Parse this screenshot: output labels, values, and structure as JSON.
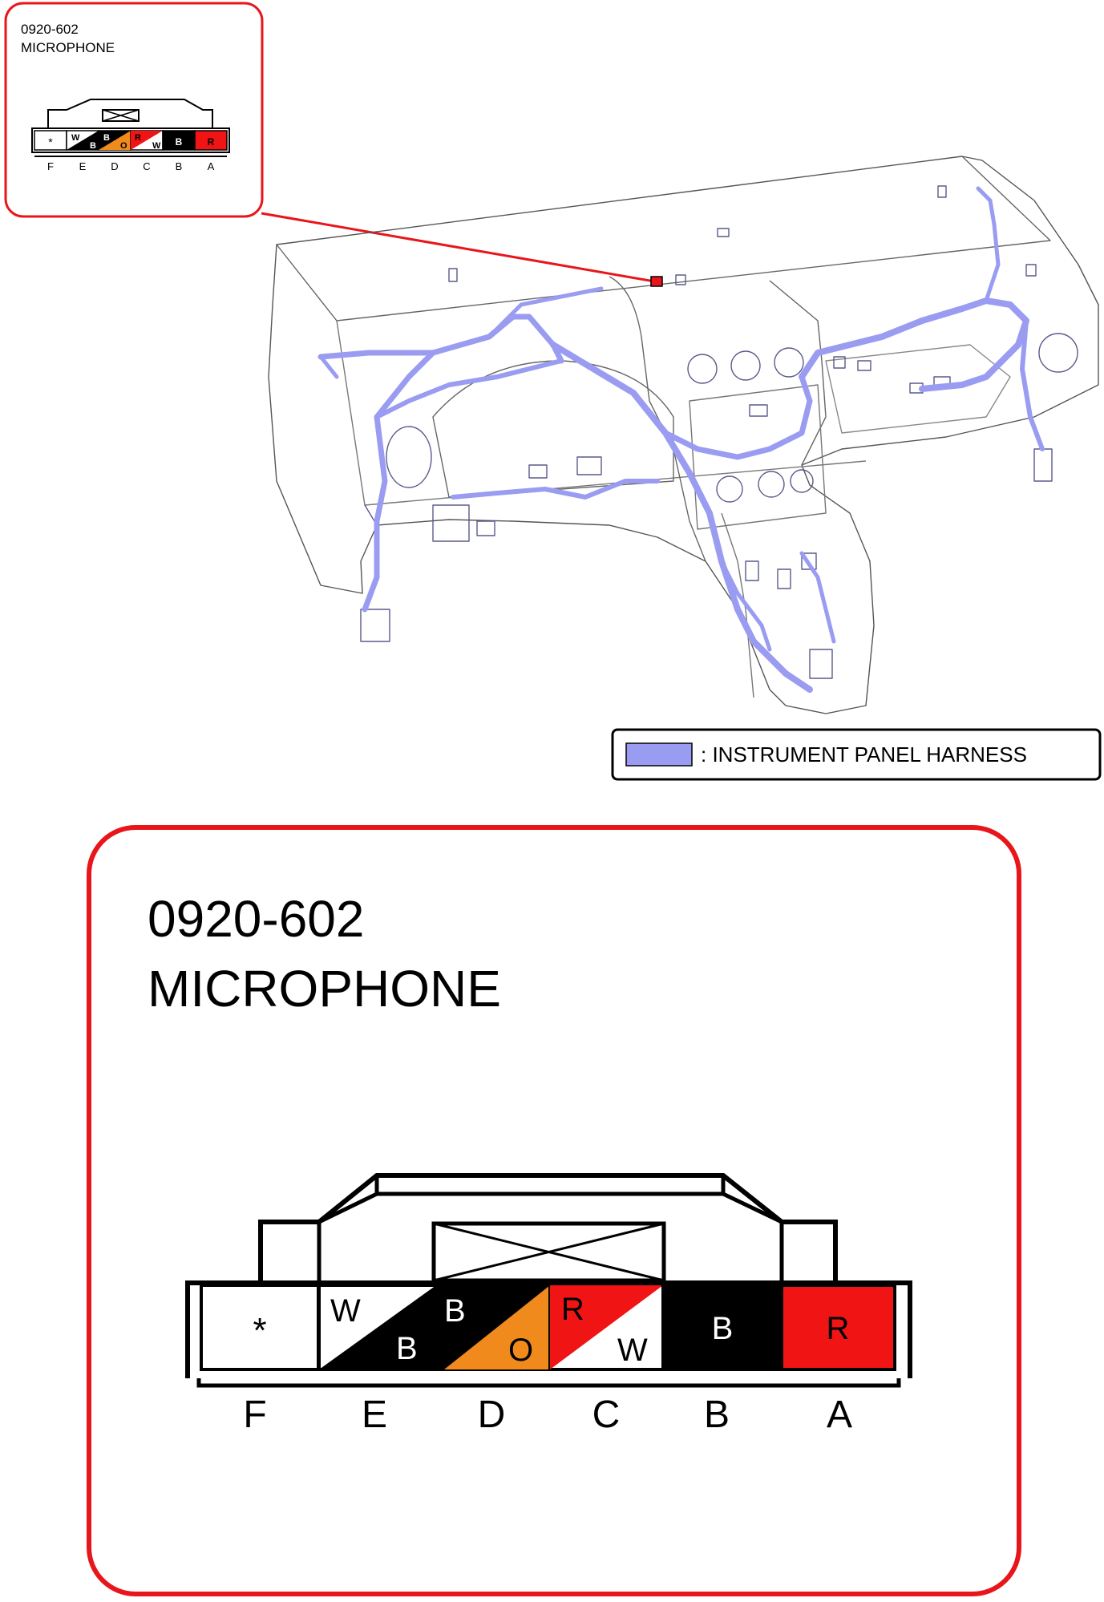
{
  "inset": {
    "code": "0920-602",
    "name": "MICROPHONE"
  },
  "legend": {
    "label": ": INSTRUMENT PANEL HARNESS",
    "color": "#9A9CF2"
  },
  "detail": {
    "code": "0920-602",
    "name": "MICROPHONE"
  },
  "connector": {
    "pins": [
      {
        "id": "F",
        "wire": "*"
      },
      {
        "id": "E",
        "wire_upper": "W",
        "wire_lower": "B"
      },
      {
        "id": "D",
        "wire_upper": "B",
        "wire_lower": "O"
      },
      {
        "id": "C",
        "wire_upper": "R",
        "wire_lower": "W"
      },
      {
        "id": "B",
        "wire": "B"
      },
      {
        "id": "A",
        "wire": "R"
      }
    ]
  },
  "colors": {
    "frame": "#E8161B",
    "harness": "#9A9CF2",
    "black": "#000000",
    "orange": "#F08A1D",
    "red": "#F01414",
    "white": "#FFFFFF"
  }
}
